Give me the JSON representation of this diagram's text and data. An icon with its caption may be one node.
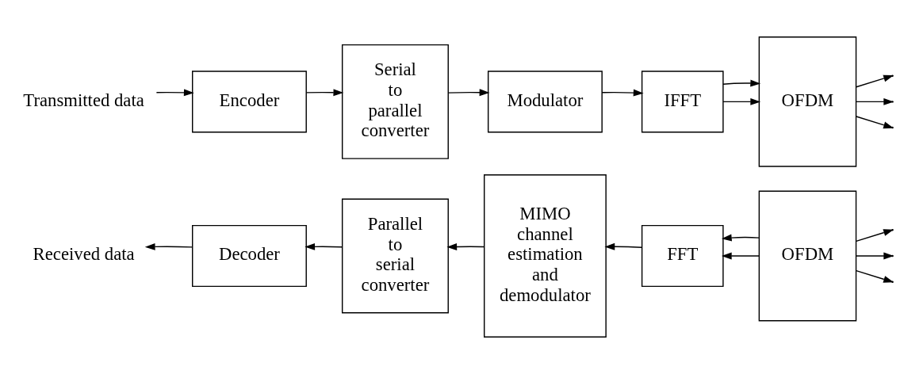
{
  "diagram": {
    "nodes": [
      {
        "text": [
          "Transmitted data"
        ]
      },
      {
        "text": [
          "Encoder"
        ]
      },
      {
        "text": [
          "Serial to parallel converter"
        ]
      },
      {
        "text": [
          "Modulator"
        ]
      },
      {
        "text": [
          "IFFT"
        ]
      },
      {
        "text": [
          "OFDM"
        ]
      },
      {
        "text": [
          "Received data"
        ]
      },
      {
        "text": [
          "Decoder"
        ]
      },
      {
        "text": [
          "Parallel to serial converter"
        ]
      },
      {
        "text": [
          "MIMO channel estimation and demodulator"
        ]
      },
      {
        "text": [
          "FFT"
        ]
      },
      {
        "text": [
          "OFDM"
        ]
      }
    ],
    "edges": [
      {
        "from": 0,
        "to": 1,
        "arrow": "to"
      },
      {
        "from": 1,
        "to": 2,
        "arrow": "to"
      },
      {
        "from": 2,
        "to": 3,
        "arrow": "to"
      },
      {
        "from": 3,
        "to": 4,
        "arrow": "to"
      },
      {
        "from": 4,
        "to": 5,
        "arrow": "to"
      },
      {
        "from": 4,
        "to": 5,
        "arrow": "to"
      },
      {
        "from": 5,
        "to": null,
        "arrow": "to"
      },
      {
        "from": 5,
        "to": null,
        "arrow": "to"
      },
      {
        "from": 5,
        "to": null,
        "arrow": "to"
      },
      {
        "from": 11,
        "to": null,
        "arrow": "to"
      },
      {
        "from": 11,
        "to": null,
        "arrow": "to"
      },
      {
        "from": 11,
        "to": null,
        "arrow": "to"
      },
      {
        "from": 11,
        "to": 10,
        "arrow": "to"
      },
      {
        "from": 11,
        "to": 10,
        "arrow": "to"
      },
      {
        "from": 10,
        "to": 9,
        "arrow": "to"
      },
      {
        "from": 9,
        "to": 8,
        "arrow": "to"
      },
      {
        "from": 8,
        "to": 7,
        "arrow": "to"
      },
      {
        "from": 7,
        "to": 6,
        "arrow": "to"
      }
    ]
  }
}
